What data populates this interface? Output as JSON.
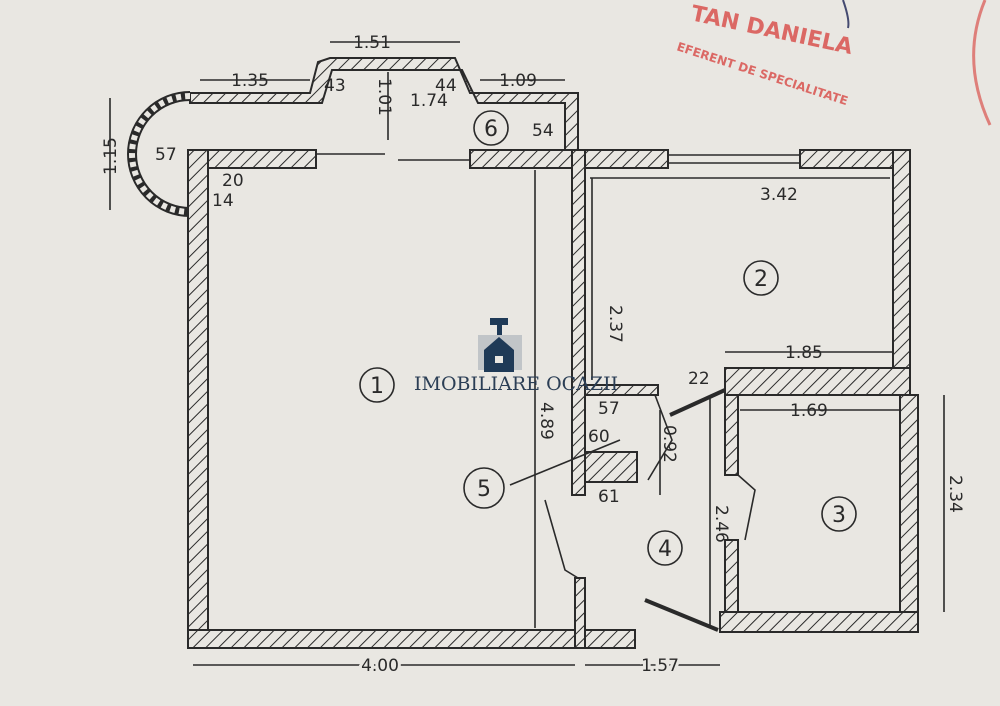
{
  "plan": {
    "rooms": [
      "1",
      "2",
      "3",
      "4",
      "5",
      "6"
    ],
    "dimensions": {
      "d151": "1.51",
      "d135": "1.35",
      "d43": "43",
      "d44": "44",
      "d109": "1.09",
      "d101": "1.01",
      "d174": "1.74",
      "d115": "1.15",
      "d57a": "57",
      "d54": "54",
      "d20": "20",
      "d14": "14",
      "d342": "3.42",
      "d237": "2.37",
      "d185": "1.85",
      "d22": "22",
      "d169": "1.69",
      "d57b": "57",
      "d60": "60",
      "d092": "0.92",
      "d61": "61",
      "d489": "4.89",
      "d246": "2.46",
      "d234": "2.34",
      "d400": "4.00",
      "d157": "1.57"
    }
  },
  "stamp": {
    "name": "TAN DANIELA",
    "title": "EFERENT DE SPECIALITATE"
  },
  "watermark": {
    "text": "IMOBILIARE OCAZII"
  },
  "colors": {
    "paper": "#e9e7e2",
    "ink": "#2a2a2a",
    "stamp": "#d9534f",
    "watermark": "#2b3e55"
  }
}
